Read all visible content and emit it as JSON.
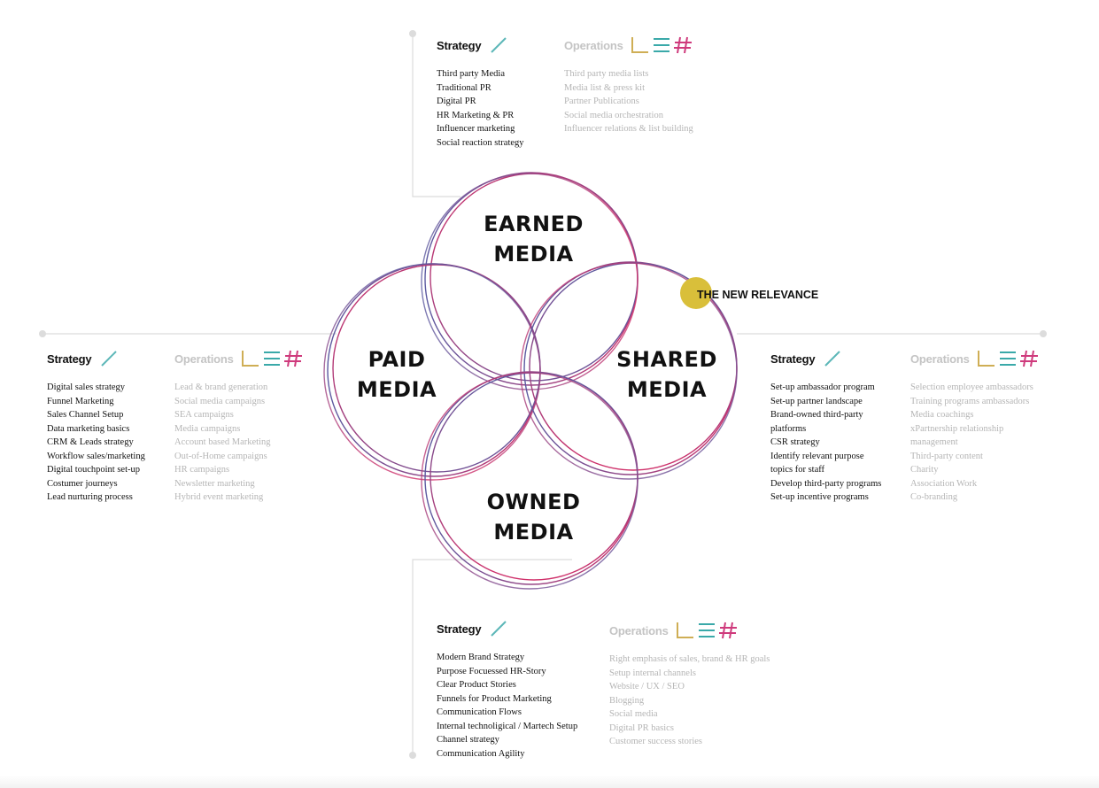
{
  "earned": {
    "title_line1": "EARNED",
    "title_line2": "MEDIA",
    "strategy_label": "Strategy",
    "operations_label": "Operations",
    "strategy": [
      "Third party Media",
      "Traditional PR",
      "Digital PR",
      "HR Marketing & PR",
      "Influencer marketing",
      "Social reaction strategy"
    ],
    "operations": [
      "Third party media lists",
      "Media list & press kit",
      "Partner Publications",
      "Social media orchestration",
      "Influencer relations & list building"
    ]
  },
  "paid": {
    "title_line1": "PAID",
    "title_line2": "MEDIA",
    "strategy_label": "Strategy",
    "operations_label": "Operations",
    "strategy": [
      "Digital sales strategy",
      "Funnel Marketing",
      "Sales Channel Setup",
      "Data marketing basics",
      "CRM & Leads strategy",
      "Workflow sales/marketing",
      "Digital touchpoint set-up",
      "Costumer journeys",
      "Lead nurturing process"
    ],
    "operations": [
      "Lead & brand generation",
      "Social media campaigns",
      "SEA campaigns",
      "Media campaigns",
      "Account based Marketing",
      "Out-of-Home campaigns",
      "HR campaigns",
      "Newsletter marketing",
      "Hybrid event marketing"
    ]
  },
  "shared": {
    "title_line1": "SHARED",
    "title_line2": "MEDIA",
    "strategy_label": "Strategy",
    "operations_label": "Operations",
    "strategy": [
      "Set-up ambassador program",
      "Set-up partner landscape",
      "Brand-owned third-party",
      "platforms",
      "CSR strategy",
      "Identify relevant purpose",
      "topics for staff",
      "Develop third-party programs",
      "Set-up incentive programs"
    ],
    "operations": [
      "Selection employee ambassadors",
      "Training programs ambassadors",
      "Media coachings",
      "xPartnership relationship",
      "management",
      "Third-party content",
      "Charity",
      "Association Work",
      "Co-branding"
    ]
  },
  "owned": {
    "title_line1": "OWNED",
    "title_line2": "MEDIA",
    "strategy_label": "Strategy",
    "operations_label": "Operations",
    "strategy": [
      "Modern Brand Strategy",
      "Purpose Focuessed HR-Story",
      "Clear Product Stories",
      "Funnels for Product Marketing",
      "Communication Flows",
      "Internal technoligical / Martech Setup",
      "Channel strategy",
      "Communication Agility"
    ],
    "operations": [
      "Right emphasis of sales, brand & HR goals",
      "Setup internal channels",
      "Website / UX / SEO",
      "Blogging",
      "Social media",
      "Digital PR basics",
      "Customer success stories"
    ]
  },
  "relevance": {
    "label": "THE NEW RELEVANCE",
    "color": "#d9bf3a"
  },
  "colors": {
    "ring_purple": "#5b5aa0",
    "ring_magenta": "#d0306a",
    "icon_gold": "#cfae55",
    "icon_teal": "#3aa9a9",
    "icon_pink": "#cf3a7c",
    "connector": "#dcdcdc"
  }
}
